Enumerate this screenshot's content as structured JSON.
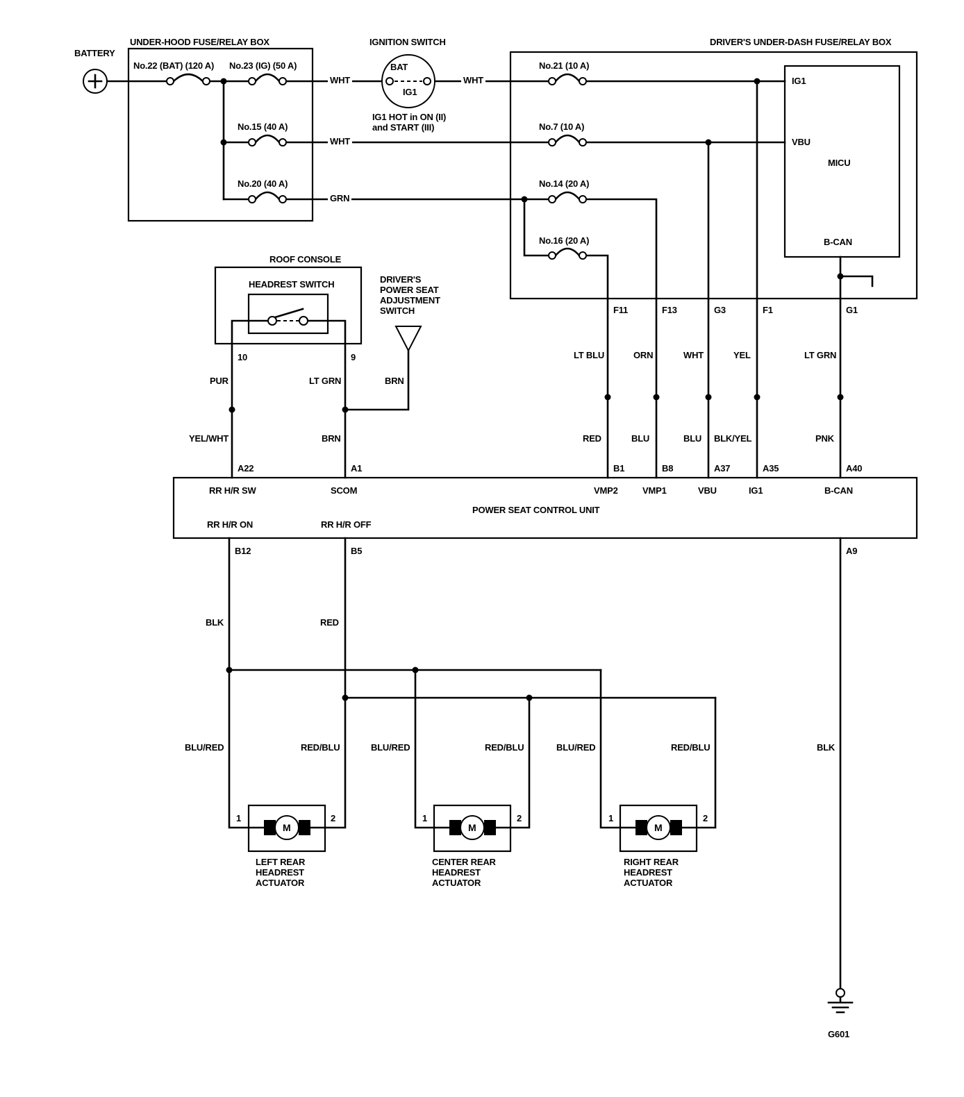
{
  "battery": {
    "label": "BATTERY"
  },
  "underhood": {
    "title": "UNDER-HOOD FUSE/RELAY BOX",
    "fuse22": "No.22 (BAT) (120 A)",
    "fuse23": "No.23 (IG) (50 A)",
    "fuse15": "No.15 (40 A)",
    "fuse20": "No.20 (40 A)"
  },
  "ignition": {
    "title": "IGNITION SWITCH",
    "bat": "BAT",
    "ig1": "IG1",
    "note1": "IG1 HOT in ON (II)",
    "note2": "and START (III)"
  },
  "underdash": {
    "title": "DRIVER'S UNDER-DASH FUSE/RELAY BOX",
    "fuse21": "No.21 (10 A)",
    "fuse7": "No.7 (10 A)",
    "fuse14": "No.14 (20 A)",
    "fuse16": "No.16 (20 A)",
    "micu": "MICU",
    "micu_ig1": "IG1",
    "micu_vbu": "VBU",
    "micu_bcan": "B-CAN"
  },
  "roof": {
    "title": "ROOF CONSOLE",
    "switch_label": "HEADREST SWITCH",
    "pin10": "10",
    "pin9": "9"
  },
  "seat_switch": {
    "l1": "DRIVER'S",
    "l2": "POWER SEAT",
    "l3": "ADJUSTMENT",
    "l4": "SWITCH"
  },
  "wires": {
    "wht1": "WHT",
    "wht2": "WHT",
    "wht3": "WHT",
    "grn": "GRN",
    "ltblu": "LT BLU",
    "orn": "ORN",
    "wht4": "WHT",
    "yel": "YEL",
    "ltgrn": "LT GRN",
    "pur": "PUR",
    "ltgrn_roof": "LT GRN",
    "brn_adj": "BRN",
    "yelwht": "YEL/WHT",
    "brn": "BRN",
    "red_b1": "RED",
    "blu_b8": "BLU",
    "blu_a37": "BLU",
    "blkyel": "BLK/YEL",
    "pnk": "PNK",
    "blk_b12": "BLK",
    "red_b5": "RED",
    "blured_l": "BLU/RED",
    "redblu_l": "RED/BLU",
    "blured_c": "BLU/RED",
    "redblu_c": "RED/BLU",
    "blured_r": "BLU/RED",
    "redblu_r": "RED/BLU",
    "blk_a9": "BLK"
  },
  "connectors": {
    "f11": "F11",
    "f13": "F13",
    "g3": "G3",
    "f1": "F1",
    "g1": "G1",
    "a22": "A22",
    "a1": "A1",
    "b1": "B1",
    "b8": "B8",
    "a37": "A37",
    "a35": "A35",
    "a40": "A40",
    "b12": "B12",
    "b5": "B5",
    "a9": "A9"
  },
  "pscu": {
    "title": "POWER SEAT CONTROL UNIT",
    "rr_hr_sw": "RR H/R SW",
    "scom": "SCOM",
    "vmp2": "VMP2",
    "vmp1": "VMP1",
    "vbu": "VBU",
    "ig1": "IG1",
    "bcan": "B-CAN",
    "rr_hr_on": "RR H/R ON",
    "rr_hr_off": "RR H/R OFF"
  },
  "actuators": {
    "left": {
      "name1": "LEFT REAR",
      "name2": "HEADREST",
      "name3": "ACTUATOR",
      "t1": "1",
      "t2": "2",
      "motor": "M"
    },
    "center": {
      "name1": "CENTER REAR",
      "name2": "HEADREST",
      "name3": "ACTUATOR",
      "t1": "1",
      "t2": "2",
      "motor": "M"
    },
    "right": {
      "name1": "RIGHT REAR",
      "name2": "HEADREST",
      "name3": "ACTUATOR",
      "t1": "1",
      "t2": "2",
      "motor": "M"
    }
  },
  "ground": {
    "label": "G601"
  }
}
